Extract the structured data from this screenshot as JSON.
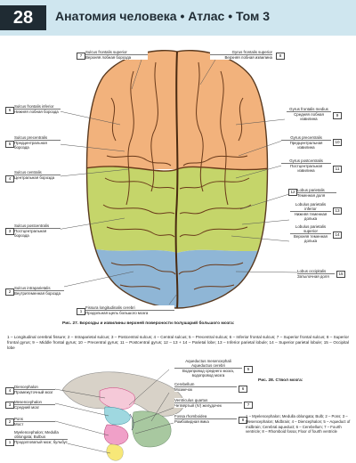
{
  "page": {
    "number": "28",
    "running_head": "Анатомия человека • Атлас • Том 3"
  },
  "figure27": {
    "labels": {
      "l1": {
        "latin": "Sulcus frontalis superior",
        "russian": "Верхняя лобная борозда",
        "num": "7"
      },
      "l2": {
        "latin": "Sulcus frontalis inferior",
        "russian": "Нижняя лобная борозда",
        "num": "6"
      },
      "l3": {
        "latin": "Sulcus precentralis",
        "russian": "Предцентральная борозда",
        "num": "5"
      },
      "l4": {
        "latin": "Sulcus centralis",
        "russian": "Центральная борозда",
        "num": "4"
      },
      "l5": {
        "latin": "Sulcus postcentralis",
        "russian": "Постцентральная борозда",
        "num": "3"
      },
      "l6": {
        "latin": "Sulcus intraparietalis",
        "russian": "Внутритеменная борозда",
        "num": "2"
      },
      "l7": {
        "latin": "Fissura longitudinalis cerebri",
        "russian": "Продольная щель большого мозга",
        "num": "1"
      },
      "r1": {
        "latin": "Gyrus frontalis superior",
        "russian": "Верхняя лобная извилина",
        "num": "8"
      },
      "r2": {
        "latin": "Gyrus frontalis medius",
        "russian": "Средняя лобная извилина",
        "num": "9"
      },
      "r3": {
        "latin": "Gyrus precentralis",
        "russian": "Предцентральная извилина",
        "num": "10"
      },
      "r4": {
        "latin": "Gyrus postcentralis",
        "russian": "Постцентральная извилина",
        "num": "11"
      },
      "r5": {
        "latin": "Lobus parietalis",
        "russian": "Теменная доля",
        "num": "12"
      },
      "r6": {
        "latin": "Lobulus parietalis inferior",
        "russian": "Нижняя теменная долька",
        "num": "13"
      },
      "r7": {
        "latin": "Lobulus parietalis superior",
        "russian": "Верхняя теменная долька",
        "num": "14"
      },
      "r8": {
        "latin": "Lobus occipitalis",
        "russian": "Затылочная доля",
        "num": "15"
      }
    },
    "caption": "Рис. 27. Борозды и извилины верхней поверхности полушарий большого мозга:",
    "legend": "1 – Longitudinal cerebral fissure; 2 – Intraparietal sulcus; 3 – Postcentral sulcus; 4 – Central sulcus; 5 – Precentral sulcus; 6 – Inferior frontal sulcus; 7 – Superior frontal sulcus; 8 – Superior frontal gyrus; 9 – Middle frontal gyrus; 10 – Precentral gyrus; 11 – Postcentral gyrus; 12 – 13 + 14 – Parietal lobe; 13 – Inferior parietal lobule; 14 – Superior parietal lobule; 15 – Occipital lobe"
  },
  "figure28": {
    "labels": {
      "a1": {
        "latin": "Aqueductus mesencephali",
        "extra": "Aqueductus cerebri",
        "russian": "Водопровод среднего мозга, водопровод мозга",
        "num": "5"
      },
      "a2": {
        "latin": "Cerebellum",
        "russian": "Мозжечок",
        "num": "6"
      },
      "a3": {
        "latin": "Ventriculus quartus",
        "russian": "Четвёртый (IV) желудочек",
        "num": "7"
      },
      "a4": {
        "latin": "Fossa rhomboidea",
        "russian": "Ромбовидная ямка",
        "num": "8"
      },
      "b1": {
        "latin": "Diencephalon",
        "russian": "Промежуточный мозг",
        "num": "4"
      },
      "b2": {
        "latin": "Mesencephalon",
        "russian": "Средний мозг",
        "num": "3"
      },
      "b3": {
        "latin": "Pons",
        "russian": "Мост",
        "num": "2"
      },
      "b4": {
        "latin": "Myelencephalon; Medulla oblongata; Bulbus",
        "russian": "Продолговатый мозг, бульбус",
        "num": "1"
      }
    },
    "caption": "Рис. 28. Ствол мозга:",
    "legend": "1 – Myelencephalon; Medulla oblongata; Bulb; 2 – Pons; 3 – Mesencephalon; Midbrain; 4 – Diencephalon; 5 – Aqueduct of midbrain; Cerebral aqueduct; 6 – Cerebellum; 7 – Fourth ventricle; 8 – Rhomboid fossa; Floor of fourth ventricle"
  },
  "colors": {
    "header_bg": "#cfe6ef",
    "frontal_lobe": "#f2b27c",
    "parietal_lobe": "#c5d56a",
    "occipital_lobe": "#8fb6d6",
    "sulcus": "#6a3a1a"
  }
}
